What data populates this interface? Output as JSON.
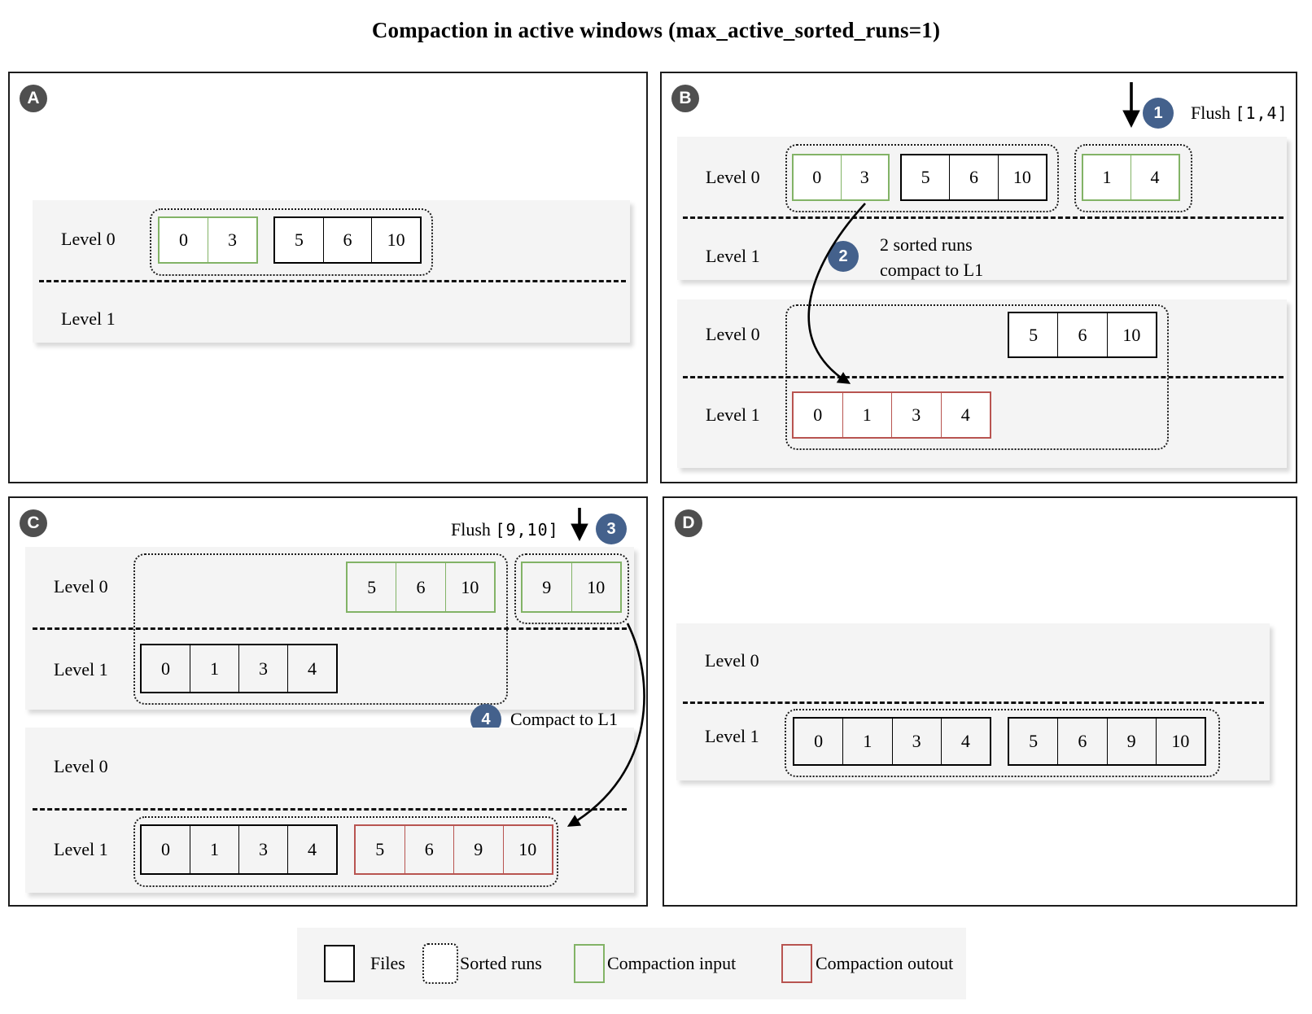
{
  "title": "Compaction in active windows (max_active_sorted_runs=1)",
  "labels": {
    "level0": "Level 0",
    "level1": "Level 1"
  },
  "colors": {
    "green": "#82b366",
    "red": "#b85450",
    "blue": "#44618c",
    "badge": "#4f4f4f",
    "band": "#f4f4f4"
  },
  "icons": {
    "flush_arrow": "down-arrow",
    "compact_arrow": "curved-arrow"
  },
  "panels": {
    "a": {
      "badge": "A",
      "state1": {
        "green_run": [
          "0",
          "3"
        ],
        "black_run": [
          "5",
          "6",
          "10"
        ]
      }
    },
    "b": {
      "badge": "B",
      "step1": {
        "num": "1",
        "flush": "Flush",
        "range": "[1,4]"
      },
      "step2": {
        "num": "2",
        "line1": "2 sorted runs",
        "line2": "compact to L1"
      },
      "state1": {
        "green_run": [
          "0",
          "3"
        ],
        "black_run": [
          "5",
          "6",
          "10"
        ],
        "flushed_run": [
          "1",
          "4"
        ]
      },
      "state2": {
        "black_run": [
          "5",
          "6",
          "10"
        ],
        "red_run": [
          "0",
          "1",
          "3",
          "4"
        ]
      }
    },
    "c": {
      "badge": "C",
      "step3": {
        "num": "3",
        "flush": "Flush",
        "range": "[9,10]"
      },
      "step4": {
        "num": "4",
        "label": "Compact to L1"
      },
      "state1": {
        "green_run": [
          "5",
          "6",
          "10"
        ],
        "flushed_run": [
          "9",
          "10"
        ],
        "black_run": [
          "0",
          "1",
          "3",
          "4"
        ]
      },
      "state2": {
        "black_run": [
          "0",
          "1",
          "3",
          "4"
        ],
        "red_run": [
          "5",
          "6",
          "9",
          "10"
        ]
      }
    },
    "d": {
      "badge": "D",
      "state1": {
        "black_run1": [
          "0",
          "1",
          "3",
          "4"
        ],
        "black_run2": [
          "5",
          "6",
          "9",
          "10"
        ]
      }
    }
  },
  "legend": {
    "files": "Files",
    "sorted_runs": "Sorted runs",
    "compaction_input": "Compaction input",
    "compaction_output": "Compaction outout"
  }
}
